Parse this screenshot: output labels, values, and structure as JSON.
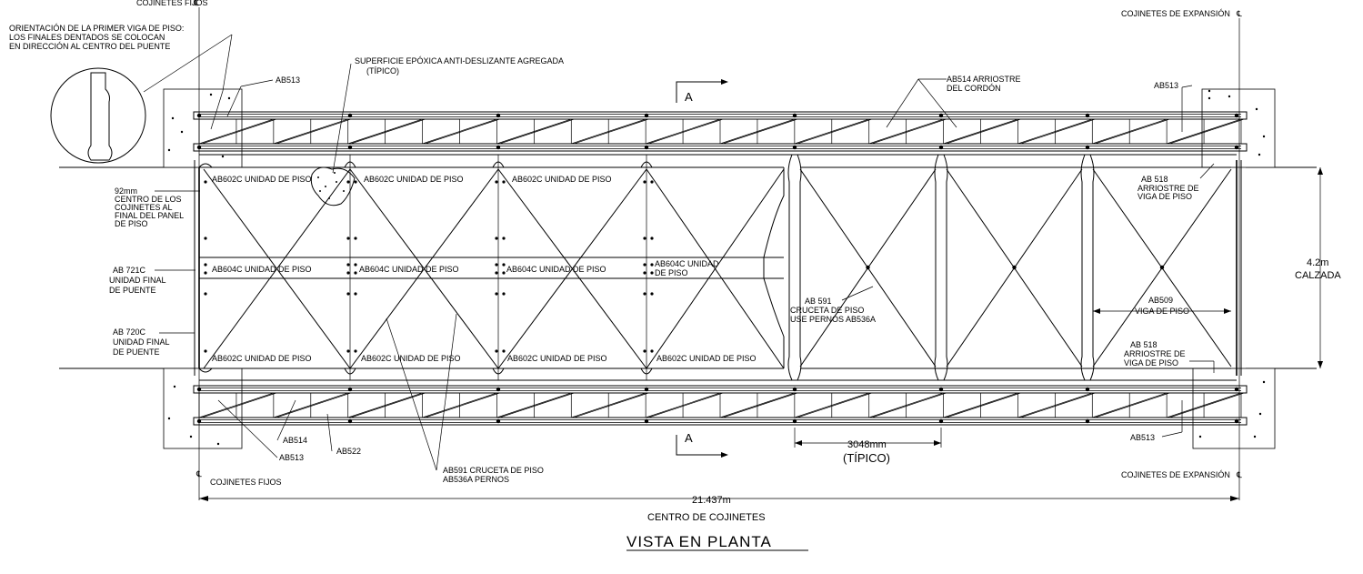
{
  "labels": {
    "orientation_1": "ORIENTACIÓN DE LA PRIMER VIGA DE PISO:",
    "orientation_2": "LOS FINALES DENTADOS SE COLOCAN",
    "orientation_3": "EN DIRECCIÓN AL CENTRO DEL PUENTE",
    "fixed_bearings_top": "COJINETES FIJOS",
    "fixed_bearings_bottom": "COJINETES FIJOS",
    "exp_bearings_top": "COJINETES DE EXPANSIÓN",
    "exp_bearings_bottom": "COJINETES DE EXPANSIÓN",
    "epoxy_1": "SUPERFICIE EPÓXICA ANTI-DESLIZANTE AGREGADA",
    "epoxy_2": "(TÍPICO)",
    "ab513_top_left": "AB513",
    "ab513_top_right": "AB513",
    "ab513_bottom_left": "AB513",
    "ab513_bottom_right": "AB513",
    "ab514_top_1": "AB514 ARRIOSTRE",
    "ab514_top_2": "DEL CORDÓN",
    "ab514_bottom": "AB514",
    "ab522": "AB522",
    "section_a_top": "A",
    "section_a_bottom": "A",
    "dim92_1": "92mm",
    "dim92_2": "CENTRO DE LOS",
    "dim92_3": "COJINETES AL",
    "dim92_4": "FINAL DEL PANEL",
    "dim92_5": "DE PISO",
    "ab721_1": "AB 721C",
    "ab721_2": "UNIDAD FINAL",
    "ab721_3": "DE PUENTE",
    "ab720_1": "AB 720C",
    "ab720_2": "UNIDAD FINAL",
    "ab720_3": "DE PUENTE",
    "ab602c": "AB602C UNIDAD DE PISO",
    "ab604c": "AB604C UNIDAD DE PISO",
    "ab604c_partial_1": "AB604C UNIDAD",
    "ab604c_partial_2": "DE PISO",
    "ab591_1": "AB 591",
    "ab591_2": "CRUCETA DE PISO",
    "ab591_3": "USE PERNOS AB536A",
    "ab518_top_1": "AB 518",
    "ab518_top_2": "ARRIOSTRE DE",
    "ab518_top_3": "VIGA DE PISO",
    "ab518_bot_1": "AB 518",
    "ab518_bot_2": "ARRIOSTRE DE",
    "ab518_bot_3": "VIGA DE PISO",
    "ab509_1": "AB509",
    "ab509_2": "VIGA DE PISO",
    "width_1": "4.2m",
    "width_2": "CALZADA",
    "panel_1": "3048mm",
    "panel_2": "(TÍPICO)",
    "ab591b_1": "AB591 CRUCETA DE PISO",
    "ab591b_2": "AB536A PERNOS",
    "span_1": "21.437m",
    "span_2": "CENTRO DE COJINETES",
    "title": "VISTA EN PLANTA",
    "centerline": "℄"
  }
}
